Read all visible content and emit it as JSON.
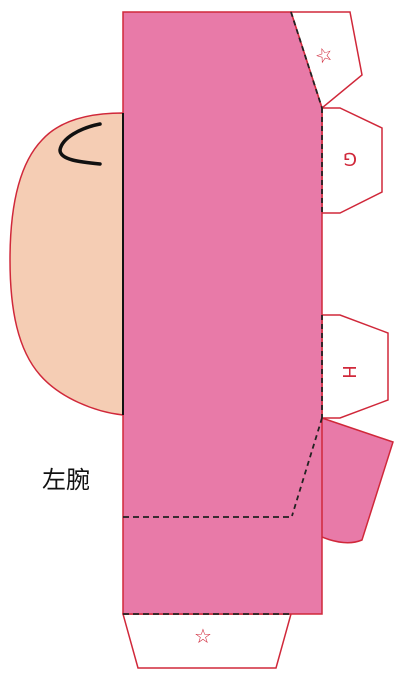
{
  "part_label": "左腕",
  "tab_letters": [
    "G",
    "H"
  ],
  "star_glyph": "☆",
  "colors": {
    "arm_fill": "#e87aa8",
    "hand_fill": "#f5cdb4",
    "cut_line": "#d0283a",
    "fold_line": "#222222",
    "tab_fill": "#ffffff",
    "star": "#d0283a",
    "tab_letter": "#d0283a"
  }
}
